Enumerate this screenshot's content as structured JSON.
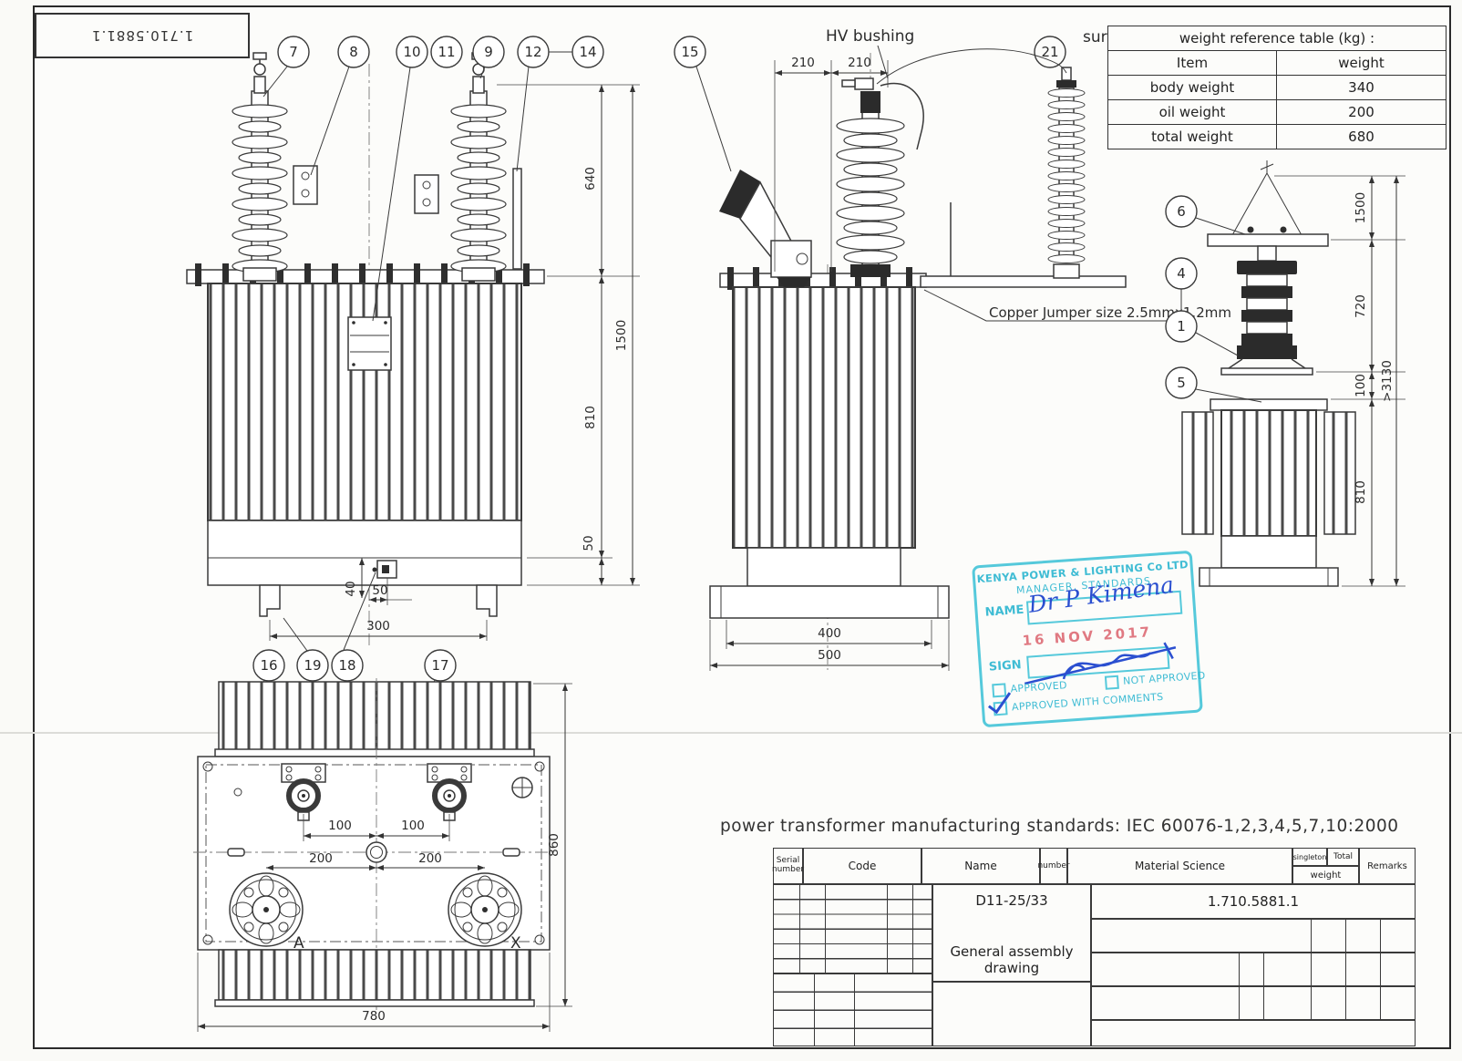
{
  "page": {
    "doc_number_rotated": "1.710.5881.1",
    "standards_note": "power transformer manufacturing standards: IEC 60076-1,2,3,4,5,7,10:2000"
  },
  "weight_table": {
    "title": "weight reference table (kg) :",
    "col_item": "Item",
    "col_weight": "weight",
    "rows": [
      {
        "item": "body weight",
        "weight": "340"
      },
      {
        "item": "oil weight",
        "weight": "200"
      },
      {
        "item": "total weight",
        "weight": "680"
      }
    ]
  },
  "annotations": {
    "hv_bushing": "HV bushing",
    "surge_arrester": "surge arrest",
    "copper_jumper": "Copper Jumper size 2.5mmx1.2mm",
    "terminal_a": "A",
    "terminal_x": "X"
  },
  "callouts": {
    "front_top": [
      "7",
      "8",
      "10",
      "11",
      "9",
      "12",
      "14"
    ],
    "front_bottom": [
      "16",
      "19",
      "18",
      "17"
    ],
    "side": {
      "tap_changer": "15",
      "surge_arrester": "21"
    },
    "pole": {
      "crossarm": "6",
      "insulator_upper": "4",
      "insulator_lower": "1",
      "tank_lid": "5"
    }
  },
  "dims": {
    "front": {
      "bushing_height": "640",
      "overall_height": "1500",
      "tank_height": "810",
      "base_height": "50",
      "plug_offset": "50",
      "plug_height": "40",
      "feet_spacing": "300"
    },
    "side": {
      "spacing_left": "210",
      "spacing_right": "210",
      "base_inner": "400",
      "base_outer": "500"
    },
    "pole": {
      "upper": "1500",
      "middle": "720",
      "gap": "100",
      "overall": ">3130",
      "tank": "810"
    },
    "plan": {
      "hv_left": "100",
      "hv_right": "100",
      "lv_left": "200",
      "lv_right": "200",
      "depth": "860",
      "width": "780"
    }
  },
  "stamp": {
    "line1": "KENYA POWER & LIGHTING Co LTD",
    "line2": "MANAGER, STANDARDS",
    "name_label": "NAME",
    "name_value": "Dr P Kimena",
    "date": "16 NOV 2017",
    "sign_label": "SIGN",
    "approved": "APPROVED",
    "not_approved": "NOT APPROVED",
    "approved_with_comments": "APPROVED WITH COMMENTS",
    "checked_option": "APPROVED WITH COMMENTS"
  },
  "title_block": {
    "serial_number": "Serial number",
    "code": "Code",
    "name": "Name",
    "number": "number",
    "material_science": "Material Science",
    "singleton": "singleton",
    "total": "Total",
    "weight": "weight",
    "remarks": "Remarks",
    "name_value": "D11-25/33",
    "name_desc": "General assembly drawing",
    "drawing_number": "1.710.5881.1"
  }
}
